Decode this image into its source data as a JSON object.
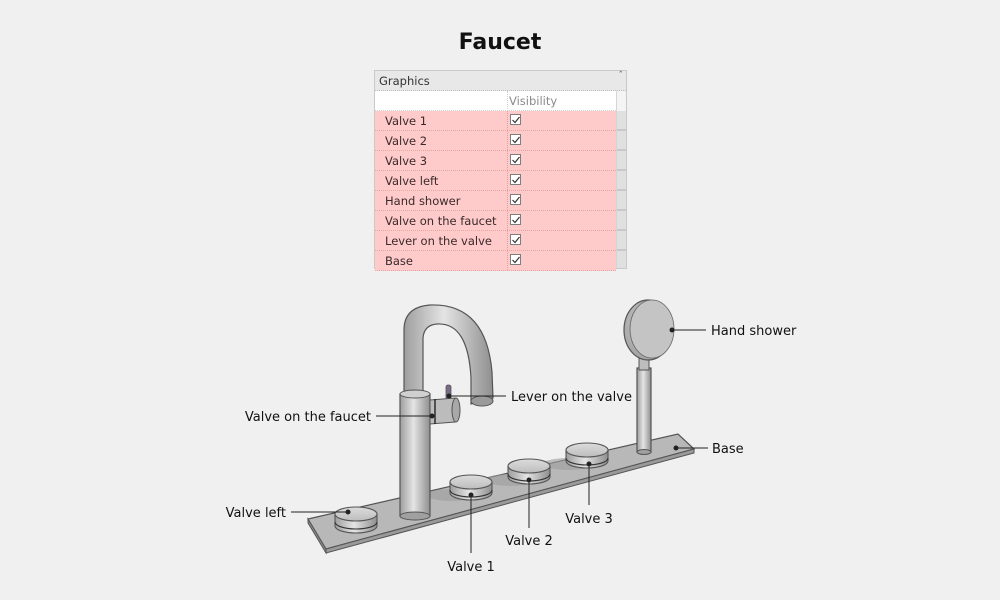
{
  "title": "Faucet",
  "graphics_panel": {
    "header": "Graphics",
    "column_header": "Visibility",
    "rows": [
      {
        "label": "Valve 1",
        "visible": true
      },
      {
        "label": "Valve 2",
        "visible": true
      },
      {
        "label": "Valve 3",
        "visible": true
      },
      {
        "label": "Valve left",
        "visible": true
      },
      {
        "label": "Hand shower",
        "visible": true
      },
      {
        "label": "Valve on the faucet",
        "visible": true
      },
      {
        "label": "Lever on the valve",
        "visible": true
      },
      {
        "label": "Base",
        "visible": true
      }
    ],
    "row_color": "#ffcaca"
  },
  "diagram": {
    "labels": {
      "hand_shower": "Hand shower",
      "lever_on_the_valve": "Lever on the valve",
      "valve_on_the_faucet": "Valve on the faucet",
      "base": "Base",
      "valve_left": "Valve left",
      "valve_1": "Valve 1",
      "valve_2": "Valve 2",
      "valve_3": "Valve 3"
    }
  }
}
